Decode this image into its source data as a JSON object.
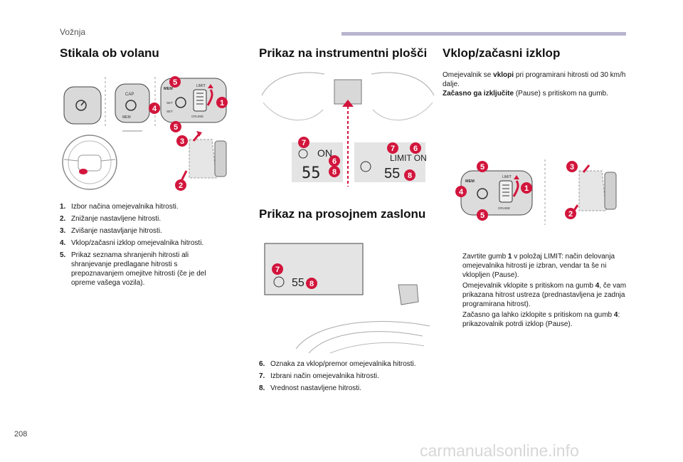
{
  "header": {
    "section": "Vožnja"
  },
  "page_number": "208",
  "watermark": "carmanualsonline.info",
  "col1": {
    "title": "Stikala ob volanu",
    "items": [
      {
        "num": "1.",
        "text": "Izbor načina omejevalnika hitrosti."
      },
      {
        "num": "2.",
        "text": "Znižanje nastavljene hitrosti."
      },
      {
        "num": "3.",
        "text": "Zvišanje nastavljanje hitrosti."
      },
      {
        "num": "4.",
        "text": "Vklop/začasni izklop omejevalnika hitrosti."
      },
      {
        "num": "5.",
        "text": "Prikaz seznama shranjenih hitrosti ali shranjevanje predlagane hitrosti s prepoznavanjem omejitve hitrosti (če je del opreme vašega vozila)."
      }
    ]
  },
  "col2": {
    "title": "Prikaz na instrumentni plošči",
    "title2": "Prikaz na prosojnem zaslonu",
    "display_on": "ON",
    "display_limit_on": "LIMIT ON",
    "speed_value": "55",
    "items": [
      {
        "num": "6.",
        "text": "Oznaka za vklop/premor omejevalnika hitrosti."
      },
      {
        "num": "7.",
        "text": "Izbrani način omejevalnika hitrosti."
      },
      {
        "num": "8.",
        "text": "Vrednost nastavljene hitrosti."
      }
    ]
  },
  "col3": {
    "title": "Vklop/začasni izklop",
    "p1_pre": "Omejevalnik se ",
    "p1_bold": "vklopi",
    "p1_post": " pri programirani hitrosti od 30 km/h dalje.",
    "p2_bold": "Začasno ga izključite",
    "p2_post": " (Pause) s pritiskom na gumb.",
    "bullets": [
      {
        "pre": "Zavrtite gumb ",
        "bold": "1",
        "post": " v položaj LIMIT: način delovanja omejevalnika hitrosti je izbran, vendar ta še ni vklopljen (Pause)."
      },
      {
        "pre": "Omejevalnik vklopite s pritiskom na gumb ",
        "bold": "4",
        "post": ", če vam prikazana hitrost ustreza (prednastavljena je zadnja programirana hitrost)."
      },
      {
        "pre": "Začasno ga lahko izklopite s pritiskom na gumb ",
        "bold": "4",
        "post": ": prikazovalnik potrdi izklop (Pause)."
      }
    ]
  },
  "badges": [
    "1",
    "2",
    "3",
    "4",
    "5",
    "6",
    "7",
    "8"
  ],
  "bullet_glyph": "",
  "colors": {
    "accent": "#d2153c",
    "header_bar": "#b9b4cf"
  },
  "stalk_labels": {
    "mem": "MEM",
    "limit": "LIMIT",
    "cruise": "CRUISE",
    "set": "SET"
  }
}
